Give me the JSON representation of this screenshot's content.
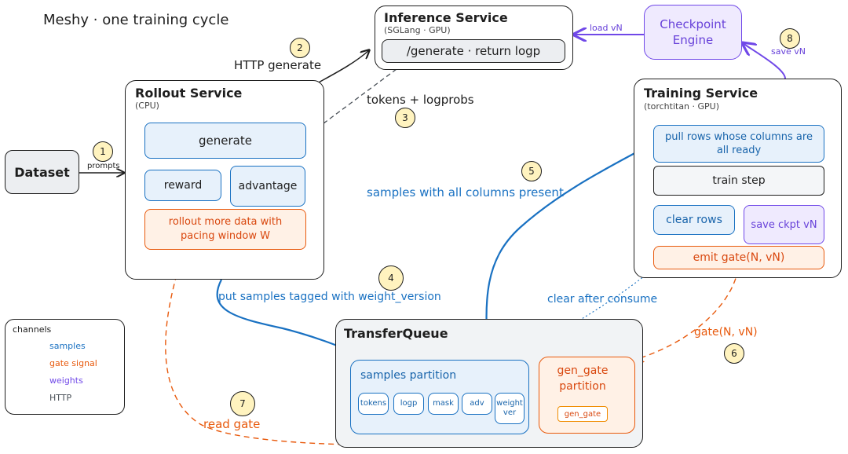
{
  "title": "Meshy · one training cycle",
  "inference": {
    "title": "Inference Service",
    "subtitle": "(SGLang · GPU)",
    "endpoint": "/generate · return logp"
  },
  "checkpoint": {
    "title": "Checkpoint Engine"
  },
  "rollout": {
    "title": "Rollout Service",
    "subtitle": "(CPU)",
    "generate": "generate",
    "reward": "reward",
    "advantage": "advantage",
    "pacing": "rollout more data with pacing window W"
  },
  "dataset": {
    "label": "Dataset"
  },
  "training": {
    "title": "Training Service",
    "subtitle": "(torchtitan · GPU)",
    "pull": "pull rows whose columns are all ready",
    "train_step": "train step",
    "clear_rows": "clear rows",
    "save_ckpt": "save ckpt vN",
    "emit_gate": "emit gate(N, vN)"
  },
  "transferqueue": {
    "title": "TransferQueue",
    "samples_partition": "samples partition",
    "columns": [
      "tokens",
      "logp",
      "mask",
      "adv",
      "weight ver"
    ],
    "gen_gate_partition": "gen_gate partition",
    "gen_gate_cell": "gen_gate"
  },
  "edge_labels": {
    "prompts": "prompts",
    "http_generate": "HTTP generate",
    "tokens_logprobs": "tokens + logprobs",
    "samples_present": "samples with all columns present",
    "put_samples": "put samples tagged with weight_version",
    "clear_after": "clear after consume",
    "gate": "gate(N, vN)",
    "read_gate": "read gate",
    "load_vn": "load vN",
    "save_vn": "save vN"
  },
  "badges": [
    "1",
    "2",
    "3",
    "4",
    "5",
    "6",
    "7",
    "8"
  ],
  "legend": {
    "title": "channels",
    "items": [
      {
        "label": "samples",
        "color": "#1971c2"
      },
      {
        "label": "gate signal",
        "color": "#e8590c"
      },
      {
        "label": "weights",
        "color": "#7048e8"
      },
      {
        "label": "HTTP",
        "color": "#495057"
      }
    ]
  },
  "colors": {
    "samples": "#1971c2",
    "gate": "#e8590c",
    "weights": "#7048e8",
    "http": "#495057"
  }
}
